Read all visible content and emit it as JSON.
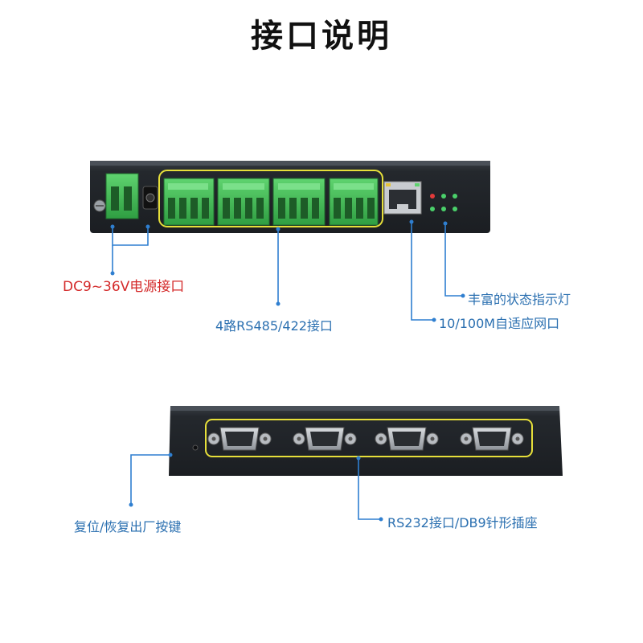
{
  "title": "接口说明",
  "device_top": {
    "labels": {
      "power": "DC9~36V电源接口",
      "rs485": "4路RS485/422接口",
      "ethernet": "10/100M自适应网口",
      "leds": "丰富的状态指示灯"
    }
  },
  "device_bottom": {
    "labels": {
      "reset": "复位/恢复出厂按键",
      "rs232": "RS232接口/DB9针形插座"
    }
  },
  "colors": {
    "title": "#111111",
    "power_label": "#d42a2a",
    "callout_label": "#2a6fb0",
    "leader_line": "#2f7fd0",
    "highlight": "#e6df3a",
    "device_body": "#22262b",
    "terminal_green": "#3fbf54"
  }
}
